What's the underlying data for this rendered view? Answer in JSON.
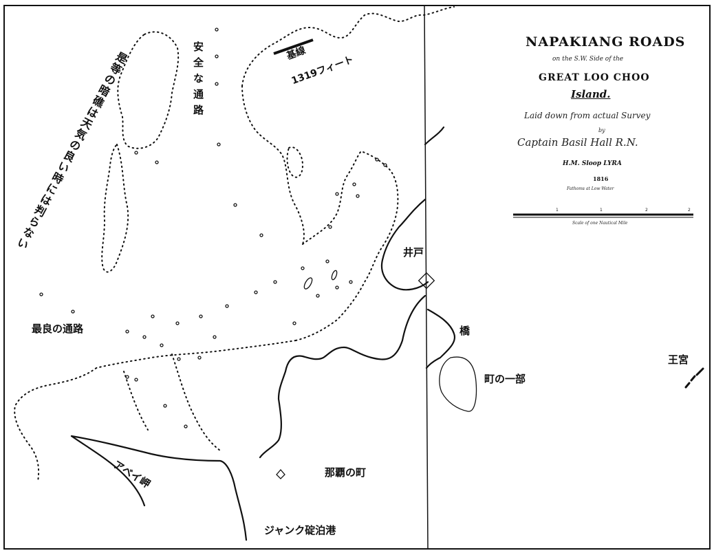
{
  "title_block": {
    "title": "NAPAKIANG ROADS",
    "line2": "on the S.W. Side of the",
    "line3": "GREAT LOO CHOO",
    "line4": "Island.",
    "line5": "Laid down from actual Survey",
    "line6": "by",
    "line7": "Captain Basil Hall R.N.",
    "line8": "H.M. Sloop LYRA",
    "year": "1816",
    "scale_caption": "Fathoms at Low Water",
    "scale_ticks": [
      "1",
      "1",
      "2",
      "2"
    ],
    "scale_note": "Scale of one Nautical Mile"
  },
  "labels": {
    "rocks_note": "是等の暗礁は天気の良い時には判らない",
    "safe_channel": "安全な通路",
    "baseline": "基線",
    "baseline_length": "1319フィート",
    "best_channel": "最良の通路",
    "well": "井戸",
    "bridge": "橋",
    "palace": "王宮",
    "town_part": "町の一部",
    "abei_cape": "アベイ岬",
    "naha_town": "那覇の町",
    "junk_harbor": "ジャンク碇泊港"
  },
  "colors": {
    "ink": "#111111",
    "paper": "#ffffff"
  }
}
